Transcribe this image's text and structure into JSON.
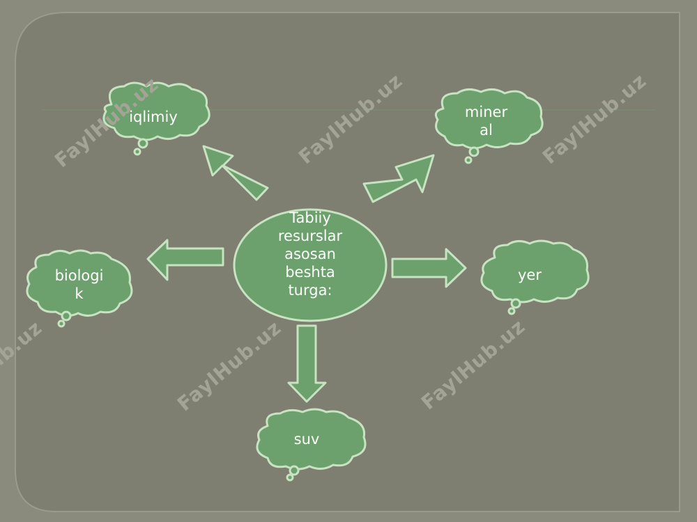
{
  "center": {
    "label": "Tabiiy\nresurslar\nasosan\nbeshta\nturga:"
  },
  "nodes": {
    "iqlimiy": "iqlimiy",
    "mineral": "miner\nal",
    "biologik": "biologi\nk",
    "yer": "yer",
    "suv": "suv"
  },
  "watermark": "FaylHub.uz",
  "colors": {
    "background": "#8a8b7c",
    "panel": "#7e7f70",
    "shape_fill": "#6ca06c",
    "shape_stroke": "#c8e3c2",
    "text": "#ffffff"
  }
}
